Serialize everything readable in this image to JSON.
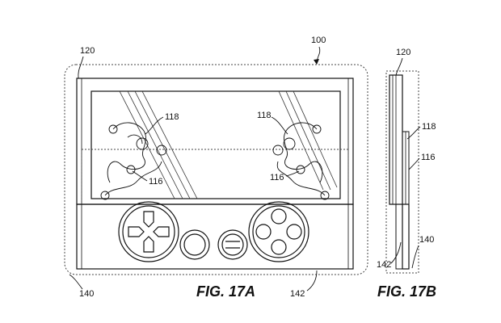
{
  "labels": {
    "ref_100": "100",
    "ref_120_a": "120",
    "ref_118_left": "118",
    "ref_118_right": "118",
    "ref_116_left": "116",
    "ref_116_right": "116",
    "ref_140_a": "140",
    "ref_142_a": "142",
    "ref_120_b": "120",
    "ref_118_b": "118",
    "ref_116_b": "116",
    "ref_140_b": "140",
    "ref_142_b": "142"
  },
  "figures": {
    "a": "FIG. 17A",
    "b": "FIG. 17B"
  }
}
